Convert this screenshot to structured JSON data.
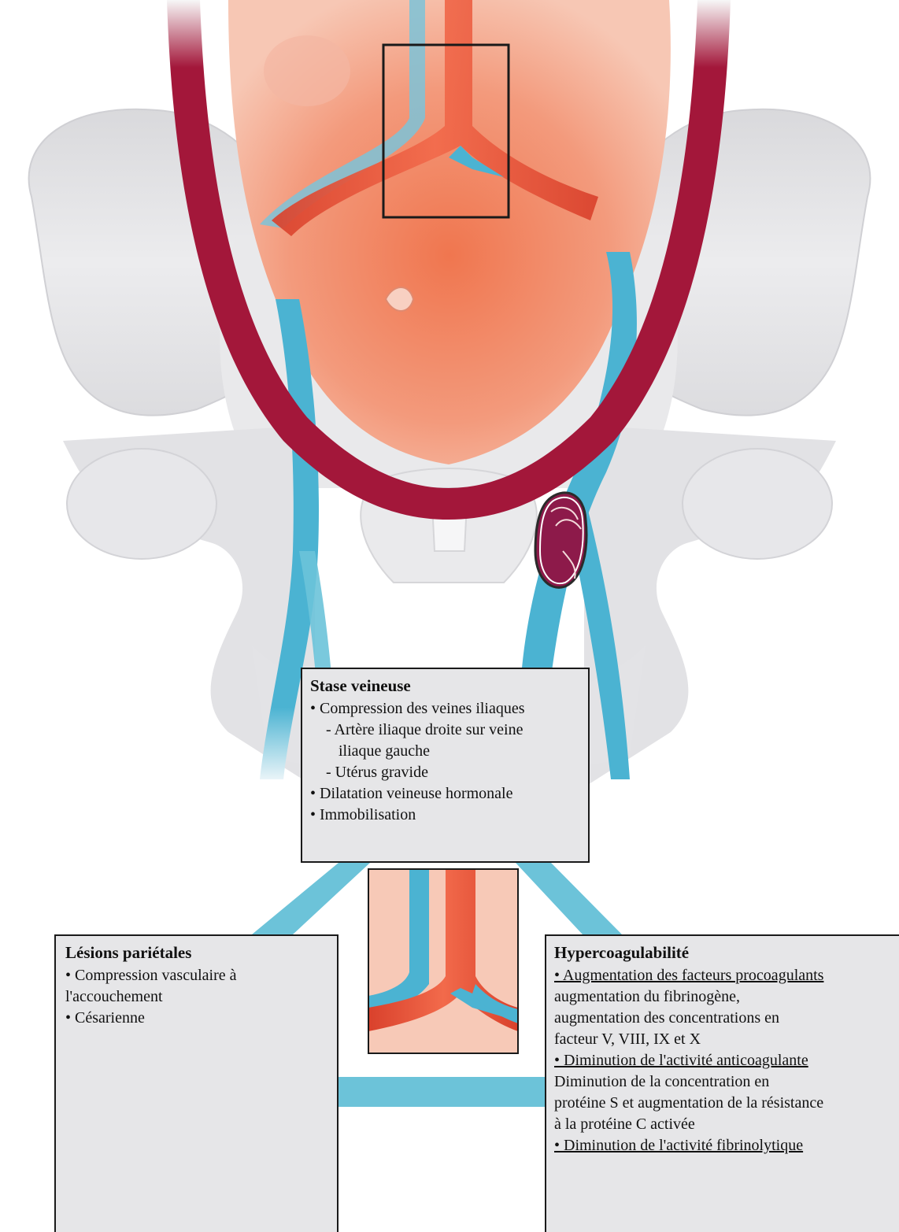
{
  "boxes": {
    "stase": {
      "title": "Stase veineuse",
      "lines": [
        "• Compression des veines iliaques",
        "- Artère iliaque droite sur veine",
        "iliaque gauche",
        "- Utérus gravide",
        "• Dilatation veineuse hormonale",
        "• Immobilisation"
      ]
    },
    "lesions": {
      "title": "Lésions pariétales",
      "lines": [
        "• Compression vasculaire à",
        "l'accouchement",
        "• Césarienne"
      ]
    },
    "hyper": {
      "title": "Hypercoagulabilité",
      "lines": [
        "• Augmentation des facteurs procoagulants",
        "augmentation du fibrinogène,",
        "augmentation des concentrations en",
        "facteur V, VIII, IX et X",
        "• Diminution de l'activité anticoagulante",
        "Diminution de la concentration en",
        "protéine S et augmentation de la résistance",
        "à la protéine C activée",
        "• Diminution de l'activité fibrinolytique"
      ]
    }
  },
  "colors": {
    "artery": "#a3173a",
    "vein": "#4bb3d2",
    "iliac_artery": "#e8553a",
    "uterus": "#f08a6c",
    "bone": "#e4e4e6",
    "connector": "#6cc3d9",
    "box_fill": "#e6e6e8"
  }
}
